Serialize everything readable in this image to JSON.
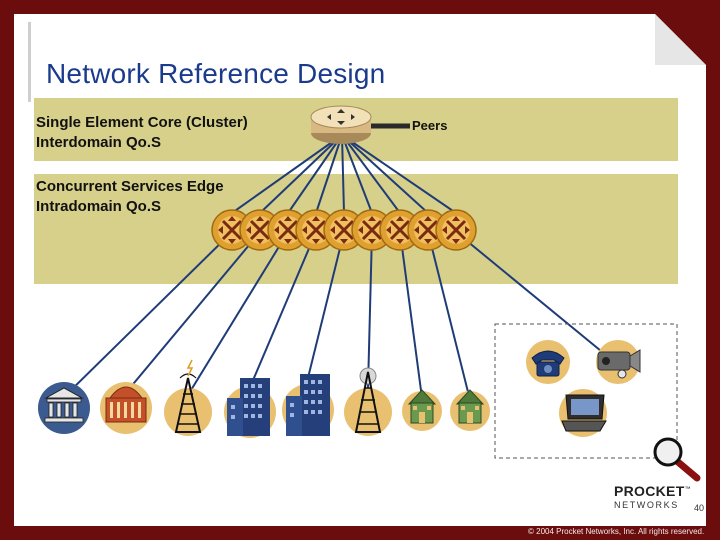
{
  "title": "Network Reference Design",
  "core": {
    "line1": "Single Element Core (Cluster)",
    "line2": "Interdomain Qo.S"
  },
  "edge": {
    "line1": "Concurrent Services Edge",
    "line2": "Intradomain Qo.S"
  },
  "peers_label": "Peers",
  "brand": {
    "name": "PROCKET",
    "tm": "™",
    "sub": "NETWORKS"
  },
  "page_number": "40",
  "copyright": "© 2004 Procket Networks, Inc. All rights reserved.",
  "icons": {
    "core_router": "router-icon",
    "edge_routers": "edge-router-icon",
    "endpoints": [
      "bank-icon",
      "government-building-icon",
      "cell-tower-icon",
      "office-building-icon",
      "office-building-icon",
      "radio-tower-icon",
      "house-icon",
      "house-icon"
    ],
    "devices": [
      "telephone-icon",
      "video-camera-icon",
      "laptop-icon",
      "magnifier-icon"
    ]
  },
  "colors": {
    "background": "#6b0d0d",
    "band": "#d6d08a",
    "title": "#1a3a8c",
    "link": "#1f3c78",
    "edge_router": "#e0a030"
  }
}
